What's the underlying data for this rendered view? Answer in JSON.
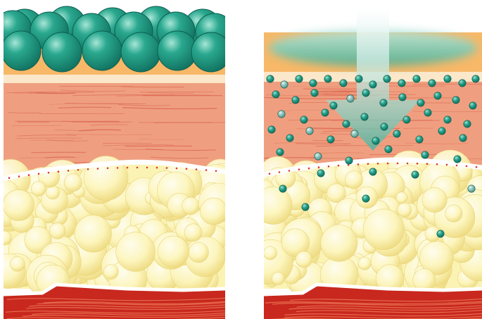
{
  "panels": [
    {
      "id": "left",
      "state": "large-spheres-on-surface",
      "top_particles": "large-teal-spheres",
      "layers": [
        "surface-band",
        "dermis",
        "membrane",
        "fat-cells",
        "muscle"
      ]
    },
    {
      "id": "right",
      "state": "small-particles-penetrating",
      "top_particles": "small-teal-particles",
      "indicator": "down-arrow",
      "layers": [
        "surface-band",
        "dermis",
        "membrane",
        "fat-cells",
        "muscle"
      ]
    }
  ],
  "colors": {
    "surface_band": "#f7b868",
    "surface_cream": "#fbe7c9",
    "dermis": "#ef9f80",
    "dermis_fiber": "#d9604a",
    "membrane_dot": "#d83a2a",
    "fat": "#fbf3b4",
    "fat_cell": "#fdf7c3",
    "fat_cell_edge": "#e8d47a",
    "muscle": "#c8281e",
    "muscle_fiber": "#ef7a58",
    "teal": "#1f9a82",
    "teal_light": "#5cc3aa",
    "arrow": "#7fcbbc"
  }
}
